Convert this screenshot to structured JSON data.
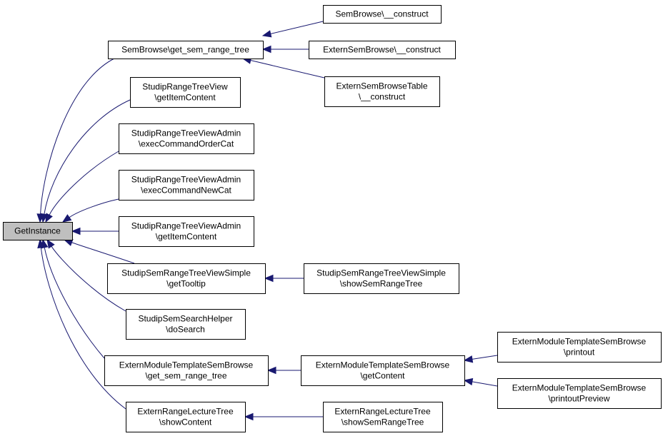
{
  "graph": {
    "nodes": {
      "getinstance": [
        "GetInstance"
      ],
      "sembrowse_get_sem_range_tree": [
        "SemBrowse\\get_sem_range_tree"
      ],
      "sembrowse_construct": [
        "SemBrowse\\__construct"
      ],
      "externsembrowse_construct": [
        "ExternSemBrowse\\__construct"
      ],
      "externsembrowsetable_construct": [
        "ExternSemBrowseTable",
        "\\__construct"
      ],
      "studiprangetreeview_getitemcontent": [
        "StudipRangeTreeView",
        "\\getItemContent"
      ],
      "admin_execcommandordercat": [
        "StudipRangeTreeViewAdmin",
        "\\execCommandOrderCat"
      ],
      "admin_execcommandnewcat": [
        "StudipRangeTreeViewAdmin",
        "\\execCommandNewCat"
      ],
      "admin_getitemcontent": [
        "StudipRangeTreeViewAdmin",
        "\\getItemContent"
      ],
      "simple_gettooltip": [
        "StudipSemRangeTreeViewSimple",
        "\\getTooltip"
      ],
      "simple_showsemrangetree": [
        "StudipSemRangeTreeViewSimple",
        "\\showSemRangeTree"
      ],
      "searchhelper_dosearch": [
        "StudipSemSearchHelper",
        "\\doSearch"
      ],
      "emtsb_get_sem_range_tree": [
        "ExternModuleTemplateSemBrowse",
        "\\get_sem_range_tree"
      ],
      "emtsb_getcontent": [
        "ExternModuleTemplateSemBrowse",
        "\\getContent"
      ],
      "emtsb_printout": [
        "ExternModuleTemplateSemBrowse",
        "\\printout"
      ],
      "emtsb_printoutpreview": [
        "ExternModuleTemplateSemBrowse",
        "\\printoutPreview"
      ],
      "erlt_showcontent": [
        "ExternRangeLectureTree",
        "\\showContent"
      ],
      "erlt_showsemrangetree": [
        "ExternRangeLectureTree",
        "\\showSemRangeTree"
      ]
    },
    "edges": [
      [
        "sembrowse_get_sem_range_tree",
        "getinstance"
      ],
      [
        "studiprangetreeview_getitemcontent",
        "getinstance"
      ],
      [
        "admin_execcommandordercat",
        "getinstance"
      ],
      [
        "admin_execcommandnewcat",
        "getinstance"
      ],
      [
        "admin_getitemcontent",
        "getinstance"
      ],
      [
        "simple_gettooltip",
        "getinstance"
      ],
      [
        "searchhelper_dosearch",
        "getinstance"
      ],
      [
        "emtsb_get_sem_range_tree",
        "getinstance"
      ],
      [
        "erlt_showcontent",
        "getinstance"
      ],
      [
        "sembrowse_construct",
        "sembrowse_get_sem_range_tree"
      ],
      [
        "externsembrowse_construct",
        "sembrowse_get_sem_range_tree"
      ],
      [
        "externsembrowsetable_construct",
        "sembrowse_get_sem_range_tree"
      ],
      [
        "simple_showsemrangetree",
        "simple_gettooltip"
      ],
      [
        "emtsb_getcontent",
        "emtsb_get_sem_range_tree"
      ],
      [
        "emtsb_printout",
        "emtsb_getcontent"
      ],
      [
        "emtsb_printoutpreview",
        "emtsb_getcontent"
      ],
      [
        "erlt_showsemrangetree",
        "erlt_showcontent"
      ]
    ],
    "colors": {
      "edge": "#191970",
      "root_fill": "#bfbfbf",
      "node_fill": "#ffffff",
      "border": "#000000"
    }
  }
}
